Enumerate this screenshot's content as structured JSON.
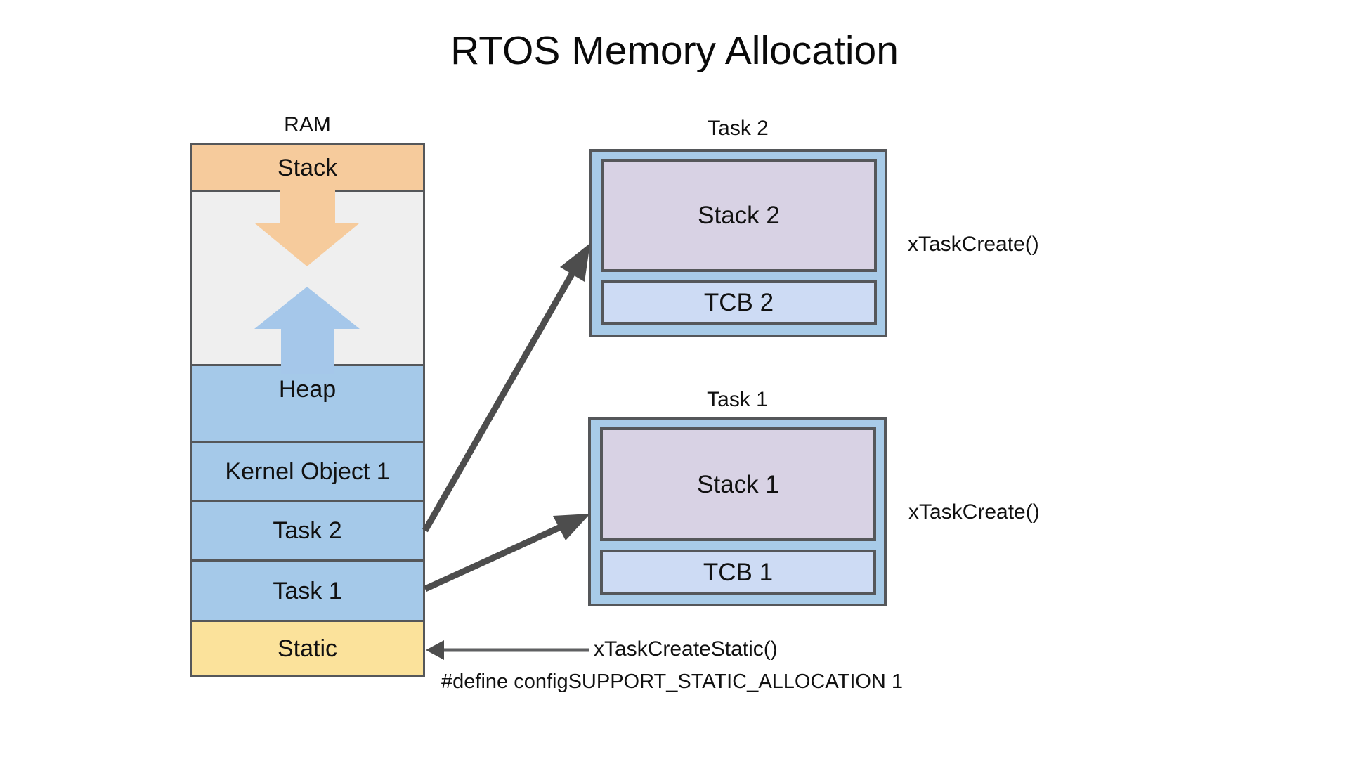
{
  "title": "RTOS Memory Allocation",
  "ram": {
    "label": "RAM",
    "segments": {
      "stack": {
        "label": "Stack"
      },
      "heap": {
        "label": "Heap"
      },
      "kernel": {
        "label": "Kernel Object 1"
      },
      "task2": {
        "label": "Task 2"
      },
      "task1": {
        "label": "Task 1"
      },
      "static": {
        "label": "Static"
      }
    }
  },
  "tasks": [
    {
      "title": "Task 2",
      "stack_label": "Stack 2",
      "tcb_label": "TCB 2",
      "api_label": "xTaskCreate()"
    },
    {
      "title": "Task 1",
      "stack_label": "Stack 1",
      "tcb_label": "TCB 1",
      "api_label": "xTaskCreate()"
    }
  ],
  "static_annotation": {
    "api_label": "xTaskCreateStatic()",
    "define_label": "#define configSUPPORT_STATIC_ALLOCATION 1"
  },
  "colors": {
    "segment_blue": "#a5c9e9",
    "stack_orange": "#f6cb9c",
    "static_yellow": "#fbe29b",
    "gap_gray": "#efefef",
    "task_box_blue": "#a8cbe8",
    "stack_lavender": "#d8d2e4",
    "tcb_periwinkle": "#cddbf4",
    "border_gray": "#55575a",
    "arrow_dark_gray": "#4d4d4d",
    "arrow_blue": "#a5c7ea",
    "arrow_orange": "#f6cb9c"
  }
}
